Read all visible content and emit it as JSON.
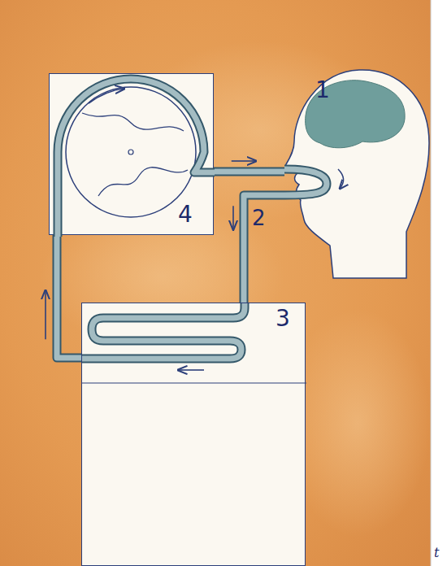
{
  "diagram": {
    "nodes": [
      {
        "text": [
          "4"
        ]
      },
      {
        "text": [
          "1"
        ]
      },
      {
        "text": [
          "3"
        ]
      }
    ],
    "edges": [
      {
        "from": 0,
        "to": 1,
        "arrow": "to"
      },
      {
        "from": 1,
        "to": 2,
        "arrow": "to",
        "label": "2"
      },
      {
        "from": 2,
        "to": 0,
        "arrow": "to"
      }
    ],
    "labels": [
      "t"
    ]
  }
}
